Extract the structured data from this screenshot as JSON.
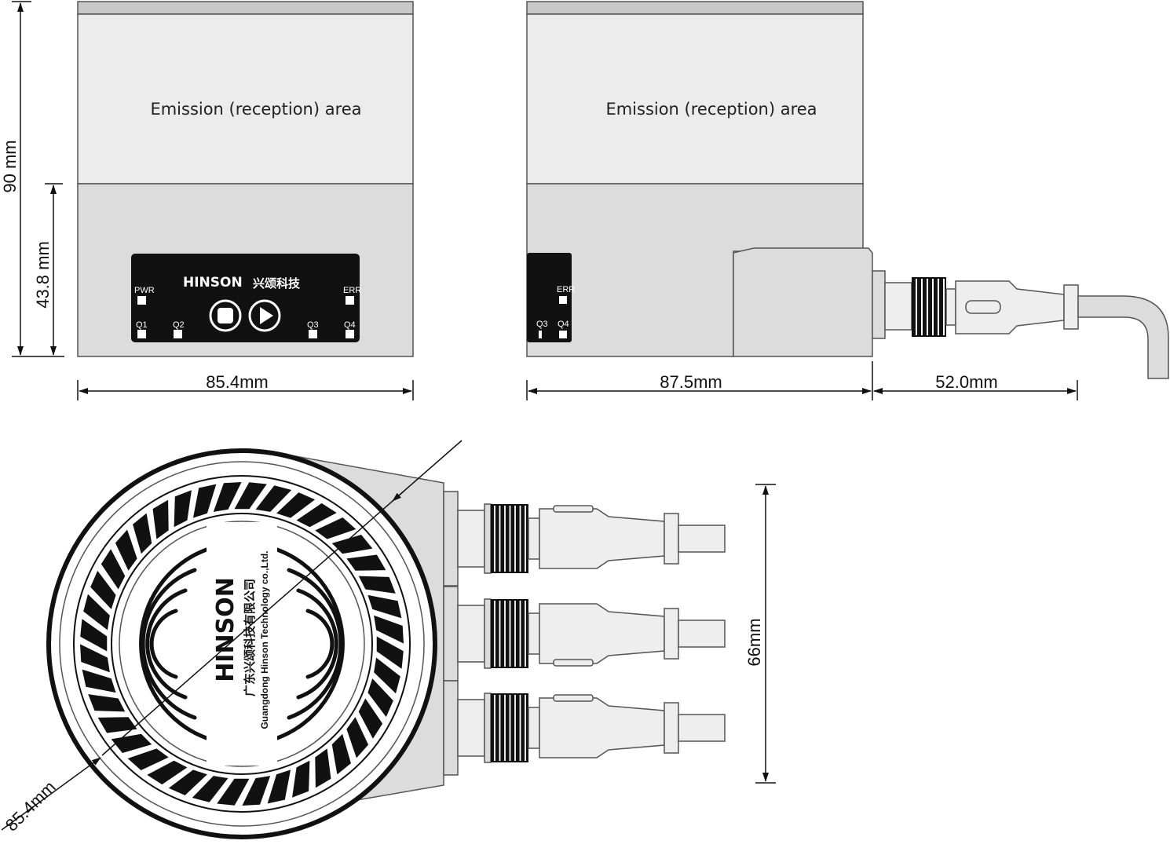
{
  "front_view": {
    "area_label": "Emission (reception) area",
    "width_dim": "85.4mm",
    "height_total_dim": "90 mm",
    "height_lower_dim": "43.8 mm",
    "panel": {
      "logo": "HINSON",
      "logo_cn": "兴颂科技",
      "indicators": [
        "PWR",
        "ERR",
        "Q1",
        "Q2",
        "Q3",
        "Q4"
      ]
    }
  },
  "side_view": {
    "area_label": "Emission (reception) area",
    "body_dim": "87.5mm",
    "cable_dim": "52.0mm",
    "indicators": [
      "ERR",
      "Q3",
      "Q4"
    ]
  },
  "top_view": {
    "diameter_dim": "85.4mm",
    "width_dim": "66mm",
    "logo": "HINSON",
    "company_cn": "广东兴颂科技有限公司",
    "company_en": "Guangdong Hinson Technology co.,Ltd."
  },
  "colors": {
    "light_panel": "#ececec",
    "body_gray": "#dcdcdc",
    "dark_panel": "#111111"
  }
}
